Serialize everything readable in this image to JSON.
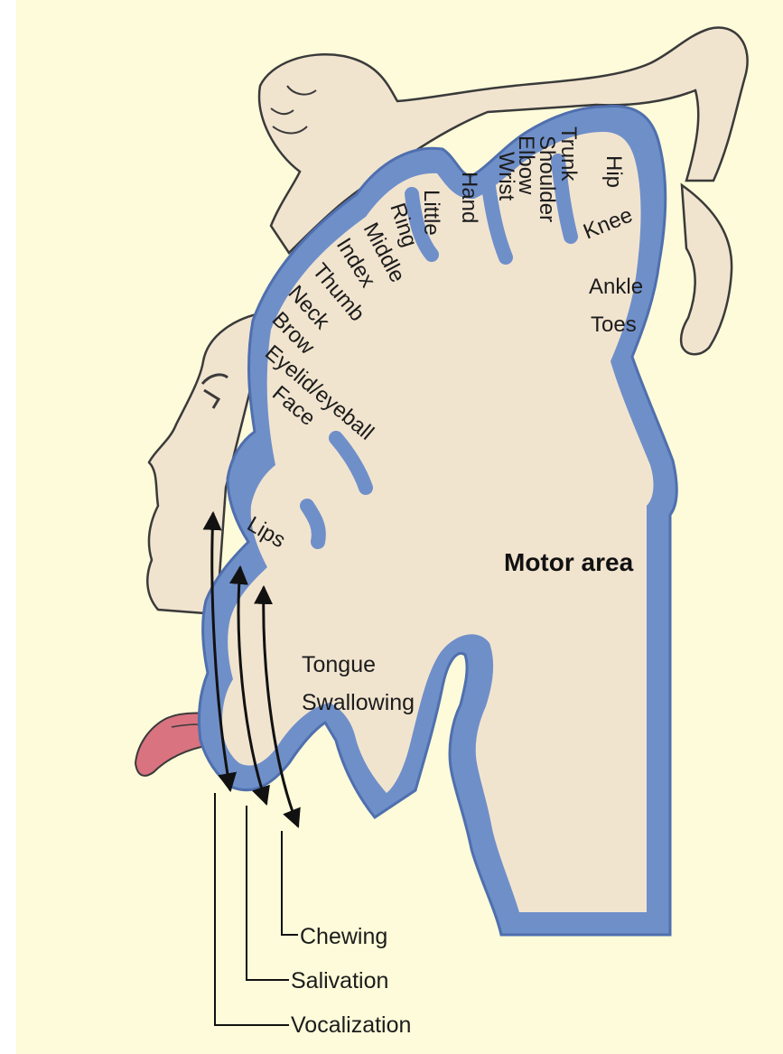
{
  "colors": {
    "background": "#fdfbd9",
    "tissue": "#f1e4cf",
    "cortex_band": "#6f8fc9",
    "cortex_edge": "#4f6fae",
    "outline": "#3a3a3a",
    "tongue": "#d9737f",
    "arrow": "#111111"
  },
  "diagram": {
    "title": "Motor area",
    "cortex_labels": [
      "Hip",
      "Trunk",
      "Shoulder",
      "Elbow",
      "Wrist",
      "Hand",
      "Little",
      "Ring",
      "Middle",
      "Index",
      "Thumb",
      "Neck",
      "Brow",
      "Eyelid/eyeball",
      "Face",
      "Knee",
      "Ankle",
      "Toes",
      "Lips",
      "Tongue",
      "Swallowing"
    ],
    "callouts": [
      "Chewing",
      "Salivation",
      "Vocalization"
    ]
  }
}
